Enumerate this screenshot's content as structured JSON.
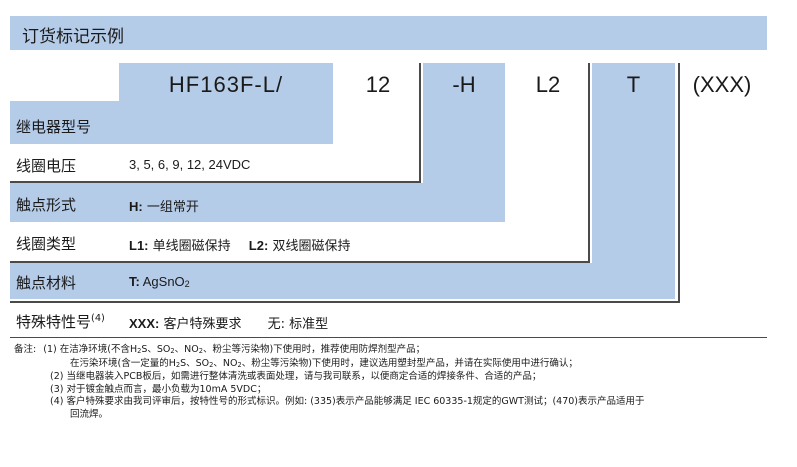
{
  "title": "订货标记示例",
  "codes": {
    "model": "HF163F-L/",
    "voltage": "12",
    "contact": "-H",
    "coil": "L2",
    "material": "T",
    "special": "(XXX)"
  },
  "rows": {
    "model_label": "继电器型号",
    "voltage_label": "线圈电压",
    "voltage_value": "3, 5, 6, 9, 12, 24VDC",
    "contact_label": "触点形式",
    "contact_key": "H:",
    "contact_value": "一组常开",
    "coil_label": "线圈类型",
    "coil_key1": "L1:",
    "coil_value1": "单线圈磁保持",
    "coil_key2": "L2:",
    "coil_value2": "双线圈磁保持",
    "material_label": "触点材料",
    "material_key": "T:",
    "material_value": "AgSnO",
    "material_sub": "2",
    "special_label": "特殊特性号",
    "special_sup": "(4)",
    "special_key": "XXX:",
    "special_value1": "客户特殊要求",
    "special_key2": "无:",
    "special_value2": "标准型"
  },
  "notes": {
    "prefix": "备注:",
    "n1_num": "(1)",
    "n1_a": "在洁净环境(不含H",
    "n1_b": "S、SO",
    "n1_c": "、NO",
    "n1_d": "、粉尘等污染物)下使用时，推荐使用防焊剂型产品；",
    "n1b_a": "在污染环境(含一定量的H",
    "n1b_b": "S、SO",
    "n1b_c": "、NO",
    "n1b_d": "、粉尘等污染物)下使用时，建议选用塑封型产品，并请在实际使用中进行确认；",
    "sub2": "2",
    "n2": "(2) 当继电器装入PCB板后，如需进行整体清洗或表面处理，请与我司联系，以便商定合适的焊接条件、合适的产品；",
    "n3": "(3) 对于镀金触点而言，最小负载为10mA 5VDC；",
    "n4a": "(4) 客户特殊要求由我司评审后，按特性号的形式标识。例如: (335)表示产品能够满足 IEC 60335-1规定的GWT测试；(470)表示产品适用于",
    "n4b": "回流焊。"
  }
}
